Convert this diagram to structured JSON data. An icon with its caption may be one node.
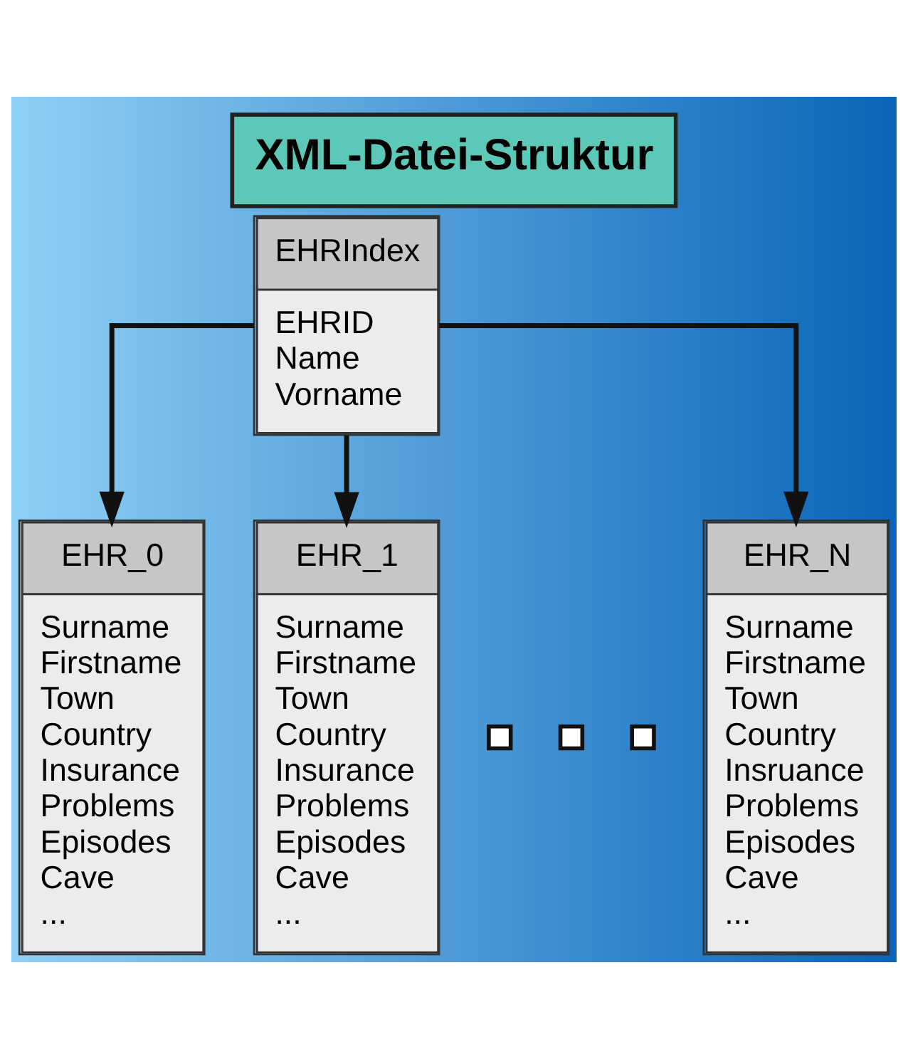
{
  "diagram": {
    "title": "XML-Datei-Struktur",
    "nodes": [
      {
        "text": [
          "EHRIndex",
          "EHRID",
          "Name",
          "Vorname"
        ]
      },
      {
        "text": [
          "EHR_0",
          "Surname",
          "Firstname",
          "Town",
          "Country",
          "Insurance",
          "Problems",
          "Episodes",
          "Cave",
          "..."
        ]
      },
      {
        "text": [
          "EHR_1",
          "Surname",
          "Firstname",
          "Town",
          "Country",
          "Insurance",
          "Problems",
          "Episodes",
          "Cave",
          "..."
        ]
      },
      {
        "text": [],
        "shape": "box"
      },
      {
        "text": [],
        "shape": "box"
      },
      {
        "text": [],
        "shape": "box"
      },
      {
        "text": [
          "EHR_N",
          "Surname",
          "Firstname",
          "Town",
          "Country",
          "Insruance",
          "Problems",
          "Episodes",
          "Cave",
          "..."
        ]
      }
    ],
    "edges": [
      {
        "from": 0,
        "to": 1,
        "arrow": "to"
      },
      {
        "from": 0,
        "to": 2,
        "arrow": "to"
      },
      {
        "from": 0,
        "to": 6,
        "arrow": "to"
      }
    ]
  }
}
